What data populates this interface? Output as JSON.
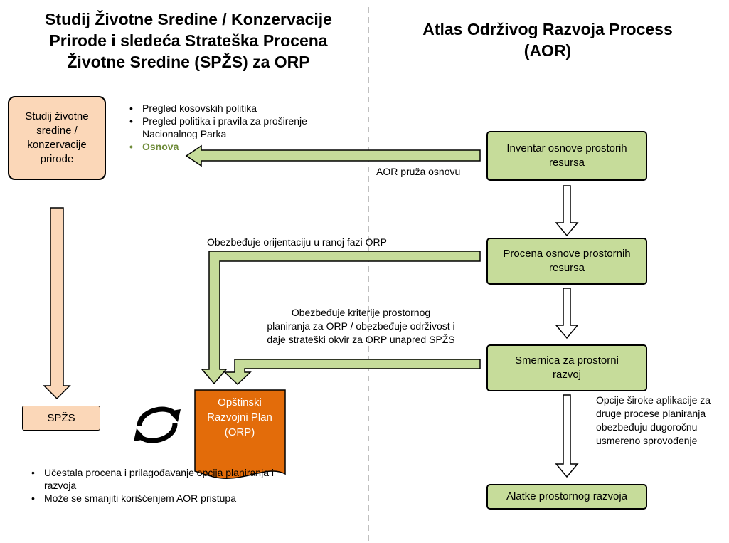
{
  "left_title": [
    "Studij Životne Sredine / Konzervacije",
    "Prirode i sledeća Strateška Procena",
    "Životne Sredine (SPŽS) za ORP"
  ],
  "right_title": [
    "Atlas Održivog Razvoja Process",
    "(AOR)"
  ],
  "boxes": {
    "studij": "Studij životne sredine / konzervacije prirode",
    "spzs": "SPŽS",
    "orp": [
      "Opštinski",
      "Razvojni Plan",
      "(ORP)"
    ],
    "inventar": "Inventar osnove prostorih resursa",
    "procena": "Procena osnove prostornih resursa",
    "smernica": "Smernica za prostorni razvoj",
    "alatke": "Alatke prostornog razvoja"
  },
  "top_bullets": [
    "Pregled kosovskih politika",
    "Pregled politika i pravila za proširenje Nacionalnog Parka",
    "Osnova"
  ],
  "bottom_bullets": [
    "Učestala procena i prilagođavanje opcija planiranja i razvoja",
    "Može se smanjiti korišćenjem  AOR pristupa"
  ],
  "labels": {
    "aor_osnovu": "AOR pruža osnovu",
    "orijentacija": "Obezbeđuje orijentaciju u ranoj fazi ORP",
    "kriterije": [
      "Obezbeđuje kriterije prostornog",
      "planiranja za ORP / obezbeđuje održivost i",
      "daje strateški okvir za ORP unapred SPŽS"
    ],
    "opcije": [
      "Opcije široke aplikacije za",
      "druge procese planiranja",
      "obezbeđuju dugoročnu",
      "usmereno sprovođenje"
    ]
  },
  "colors": {
    "green_box": "#c6dc9a",
    "green_arrow": "#c6dc9a",
    "peach": "#fbd7b8",
    "orange_doc": "#e36c0a",
    "osnova_text": "#6f8c3a"
  }
}
